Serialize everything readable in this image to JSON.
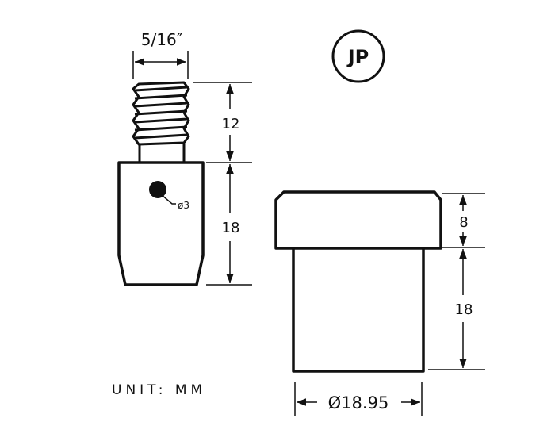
{
  "badge": {
    "text": "JP"
  },
  "unit_note": {
    "text": "UNIT: MM"
  },
  "screw": {
    "thread_size": "5/16″",
    "thread_length": "12",
    "body_length": "18",
    "hole_diameter": "ø3"
  },
  "foot": {
    "cap_height": "8",
    "body_height": "18",
    "diameter": "Ø18.95"
  },
  "colors": {
    "line": "#111111",
    "background": "#ffffff"
  }
}
